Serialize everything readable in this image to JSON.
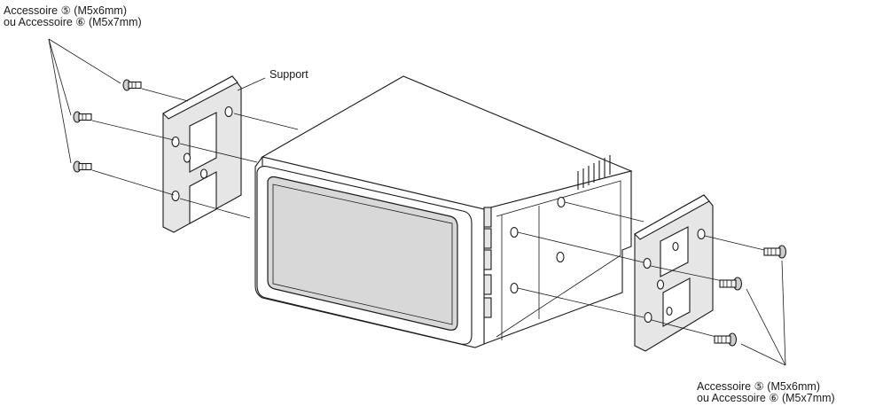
{
  "labels": {
    "top_left": {
      "line1": "Accessoire ⑤ (M5x6mm)",
      "line2": "ou Accessoire ⑥ (M5x7mm)"
    },
    "support": "Support",
    "bottom_right": {
      "line1": "Accessoire ⑤ (M5x6mm)",
      "line2": "ou Accessoire ⑥ (M5x7mm)"
    }
  }
}
